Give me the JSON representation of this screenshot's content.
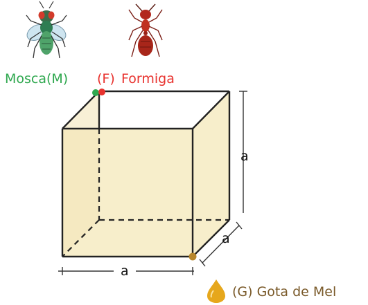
{
  "labels": {
    "mosca": "Mosca(M)",
    "formiga_letter": "(F)",
    "formiga_name": "Formiga",
    "edge_height": "a",
    "edge_depth": "a",
    "edge_width": "a",
    "gota": "(G) Gota de Mel"
  },
  "icons": {
    "fly": "fly-icon",
    "ant": "ant-icon",
    "honey": "honey-drop-icon"
  },
  "colors": {
    "face_fill": "#f7eecb",
    "edge": "#222222",
    "fly_label": "#2fa84f",
    "ant_label": "#e8322e",
    "point_m": "#2fa84f",
    "point_f": "#e8322e",
    "point_g": "#b8862b",
    "honey": "#e6a71c"
  }
}
